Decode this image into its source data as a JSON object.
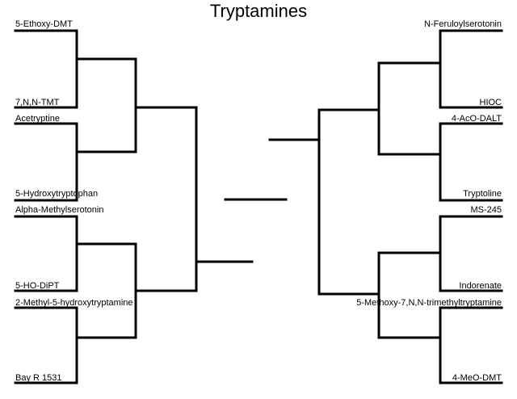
{
  "title": "Tryptamines",
  "left_teams": [
    "5-Ethoxy-DMT",
    "7,N,N-TMT",
    "Acetryptine",
    "5-Hydroxytryptophan",
    "Alpha-Methylserotonin",
    "5-HO-DiPT",
    "2-Methyl-5-hydroxytryptamine",
    "Bay R 1531"
  ],
  "right_teams": [
    "N-Feruloylserotonin",
    "HIOC",
    "4-AcO-DALT",
    "Tryptoline",
    "MS-245",
    "Indorenate",
    "5-Methoxy-7,N,N-trimethyltryptamine",
    "4-MeO-DMT"
  ],
  "colors": {
    "line": "#000000",
    "text": "#000000",
    "background": "#ffffff"
  }
}
